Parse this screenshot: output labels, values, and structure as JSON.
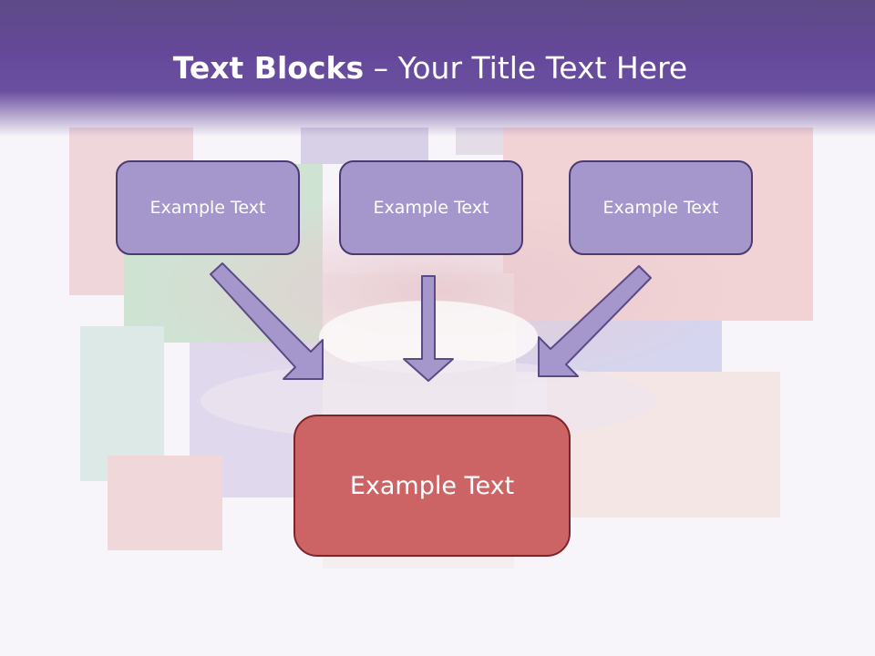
{
  "header": {
    "title_bold": "Text Blocks",
    "title_dash": " – ",
    "title_rest": "Your Title Text Here"
  },
  "diagram": {
    "top_boxes": [
      {
        "label": "Example Text"
      },
      {
        "label": "Example Text"
      },
      {
        "label": "Example Text"
      }
    ],
    "bottom_box": {
      "label": "Example Text"
    }
  },
  "colors": {
    "header_purple": "#65489a",
    "box_fill": "#a597cc",
    "box_border": "#4b3a72",
    "accent_red": "#cc6466",
    "accent_red_border": "#7d2428",
    "arrow_fill": "#a597cc"
  }
}
